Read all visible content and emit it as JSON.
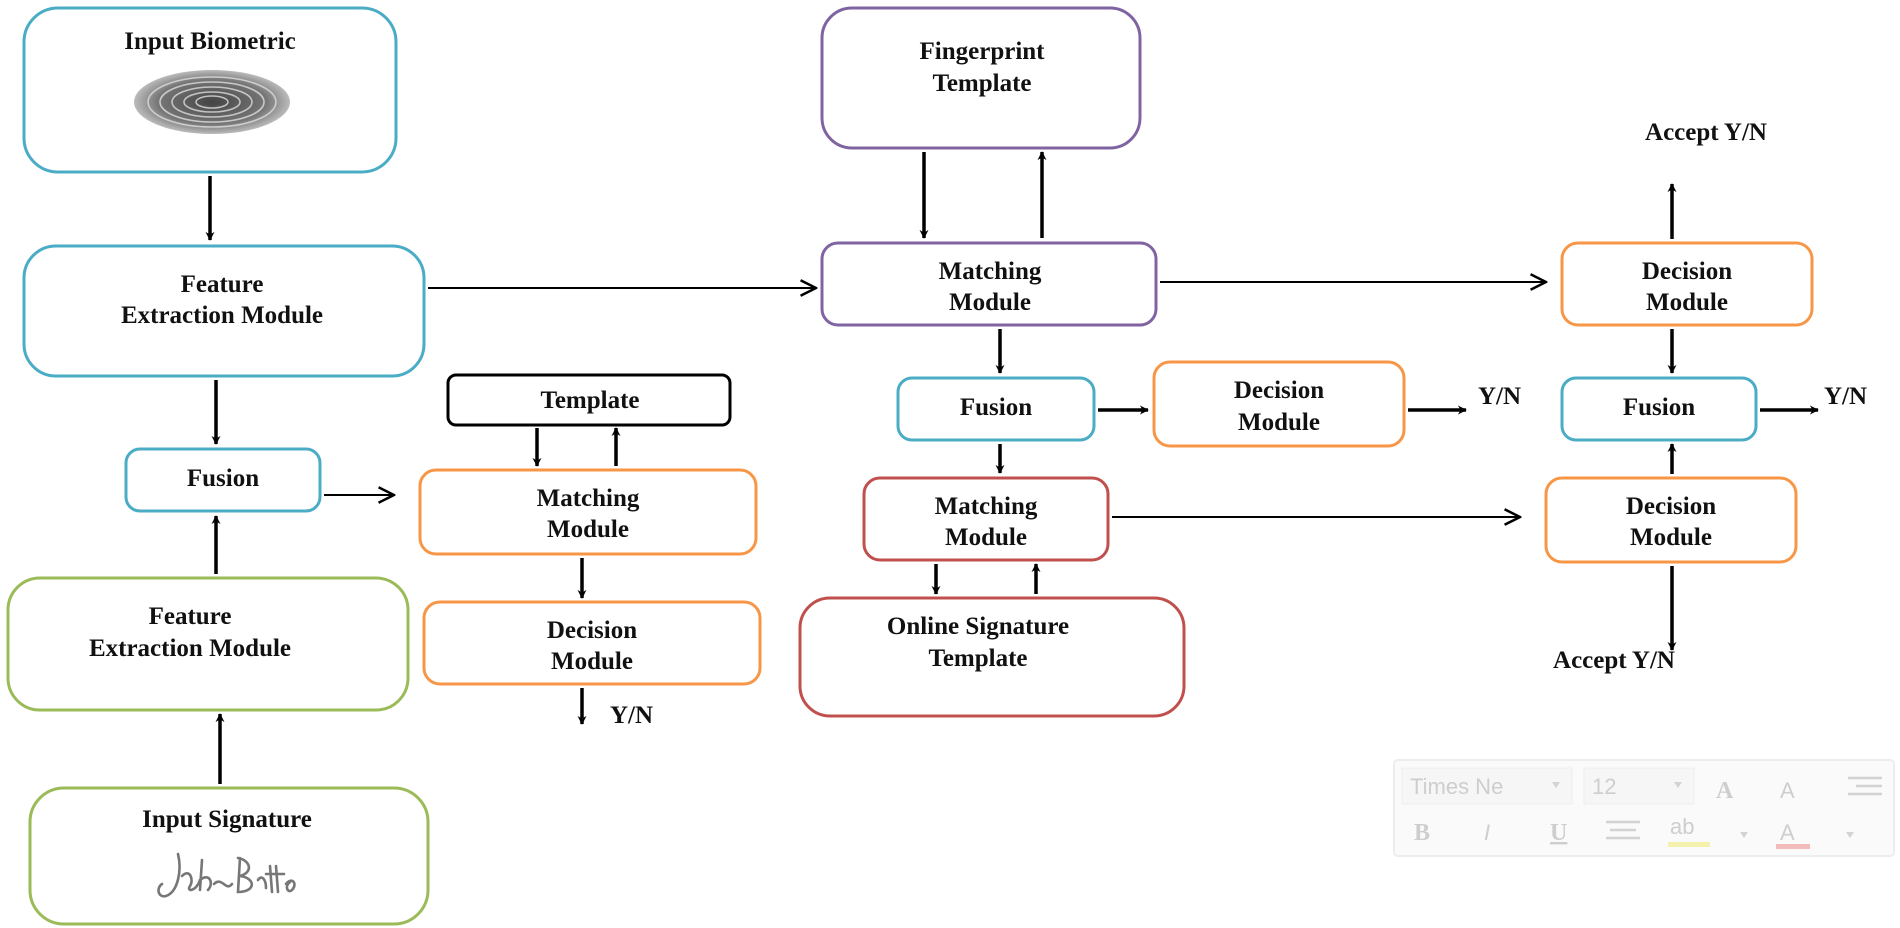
{
  "colors": {
    "blue": "#4bacc6",
    "purple": "#8064a2",
    "orange": "#f79646",
    "green": "#9bbb59",
    "black": "#000000",
    "red": "#c0504d"
  },
  "boxes": {
    "input_biometric": "Input Biometric",
    "fe_top": [
      "Feature",
      "Extraction Module"
    ],
    "fusion_left": "Fusion",
    "fe_bottom": [
      "Feature",
      "Extraction Module"
    ],
    "input_signature": "Input Signature",
    "template": "Template",
    "matching_mid": [
      "Matching",
      "Module"
    ],
    "decision_mid": [
      "Decision",
      "Module"
    ],
    "fingerprint_template": [
      "Fingerprint",
      "Template"
    ],
    "matching_top": [
      "Matching",
      "Module"
    ],
    "fusion_center": "Fusion",
    "decision_center": [
      "Decision",
      "Module"
    ],
    "matching_red": [
      "Matching",
      "Module"
    ],
    "online_signature_template": [
      "Online Signature",
      "Template"
    ],
    "decision_right_top": [
      "Decision",
      "Module"
    ],
    "fusion_right": "Fusion",
    "decision_right_bottom": [
      "Decision",
      "Module"
    ]
  },
  "labels": {
    "yn_mid": "Y/N",
    "yn_center": "Y/N",
    "yn_right": "Y/N",
    "accept_top": "Accept Y/N",
    "accept_bottom": "Accept Y/N"
  },
  "toolbar": {
    "font_name": "Times Ne",
    "font_size": "12",
    "grow_font": "A",
    "shrink_font": "A",
    "bold": "B",
    "italic": "I",
    "underline": "U",
    "highlight": "ab",
    "font_color": "A"
  },
  "icons": {
    "fingerprint": "fingerprint-image",
    "signature": "handwritten-signature"
  }
}
